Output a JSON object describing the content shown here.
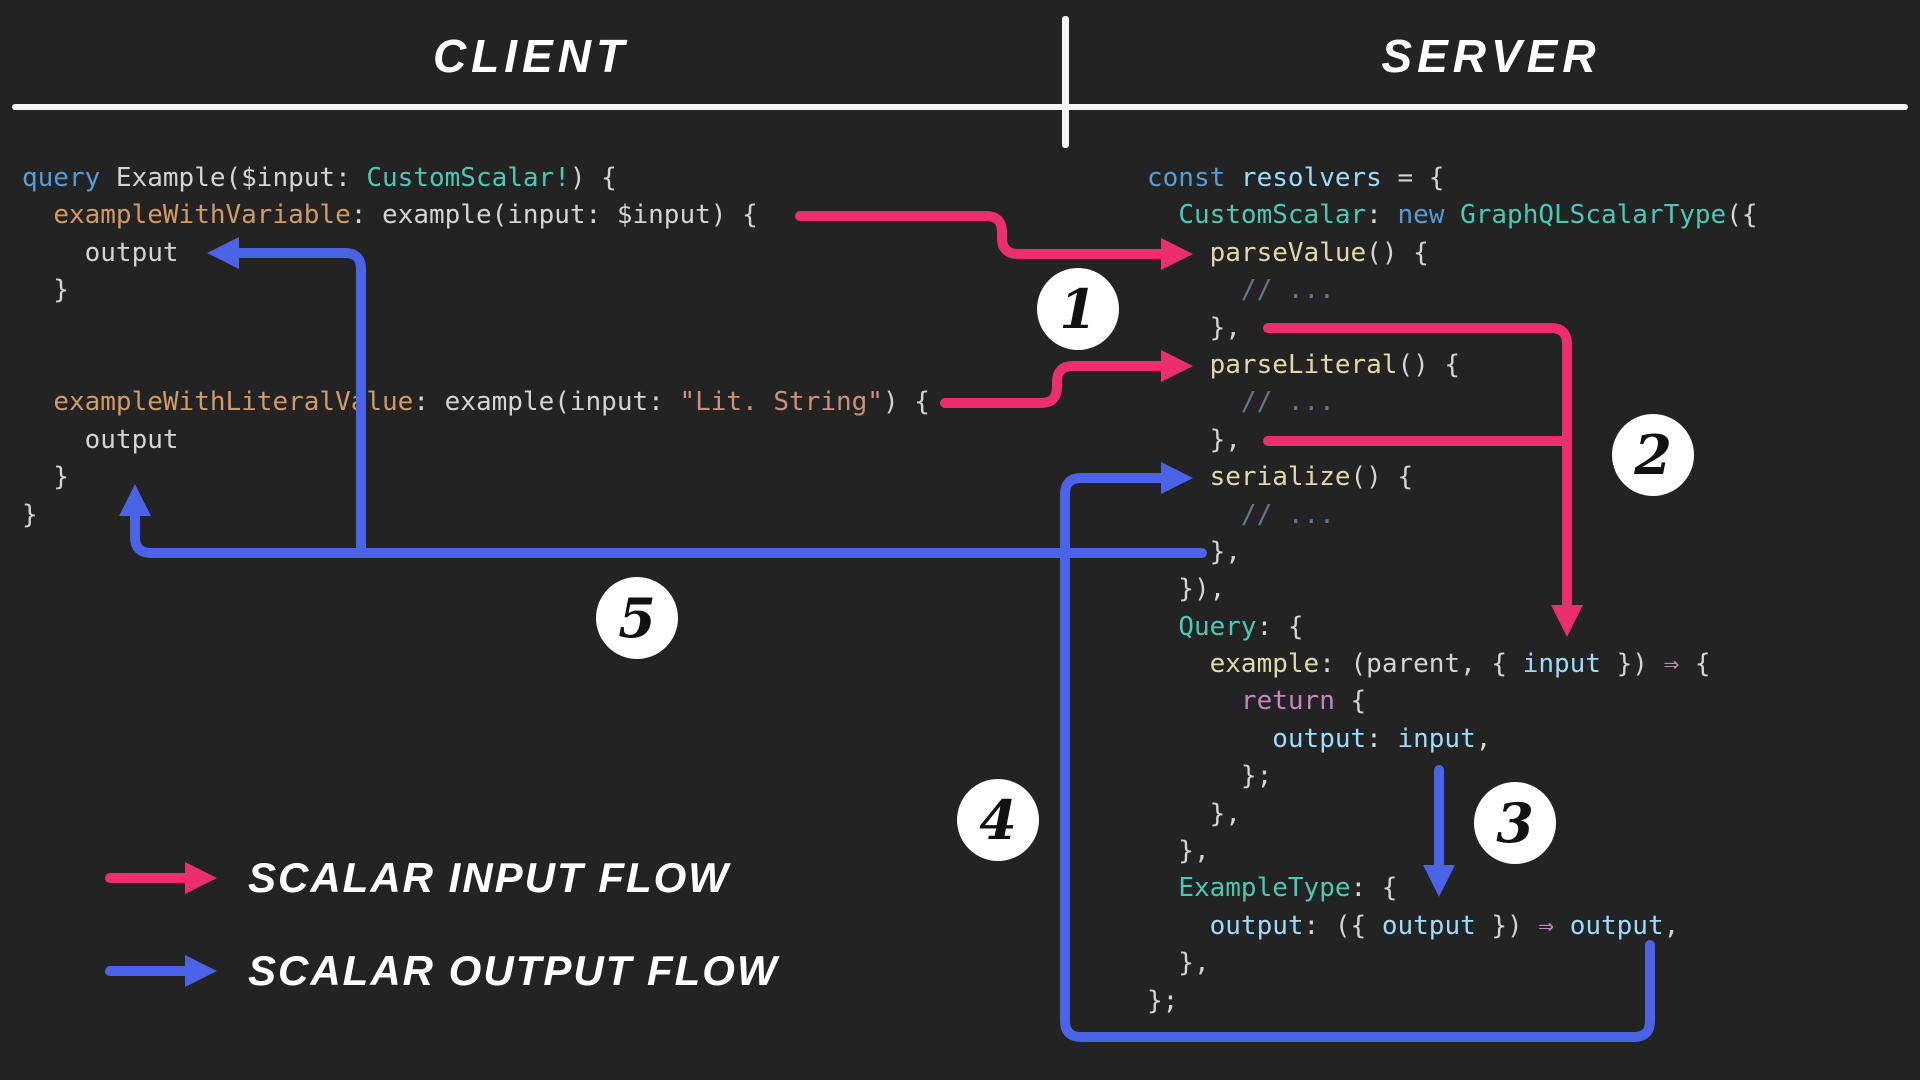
{
  "headers": {
    "client": "CLIENT",
    "server": "SERVER"
  },
  "legend": {
    "input_label": "SCALAR INPUT FLOW",
    "output_label": "SCALAR OUTPUT FLOW"
  },
  "steps": [
    "1",
    "2",
    "3",
    "4",
    "5"
  ],
  "colors": {
    "background": "#232323",
    "input_flow": "#ed2e6e",
    "output_flow": "#4a63e7",
    "rule": "#f5f5f5",
    "badge_bg": "#ffffff",
    "badge_text": "#111111",
    "syntax": {
      "plain": "#d4d4d4",
      "keyword": "#569cd6",
      "type": "#4ec9b0",
      "field": "#d19a66",
      "string": "#ce9178",
      "function": "#dcdcaa",
      "property": "#9cdcfe",
      "operator": "#c586c0",
      "comment": "#6a7587"
    }
  },
  "client_code": {
    "lines": [
      [
        {
          "s": "keyword",
          "t": "query "
        },
        {
          "s": "plain",
          "t": "Example($input: "
        },
        {
          "s": "type",
          "t": "CustomScalar!"
        },
        {
          "s": "plain",
          "t": ") {"
        }
      ],
      [
        {
          "s": "plain",
          "t": "  "
        },
        {
          "s": "field",
          "t": "exampleWithVariable"
        },
        {
          "s": "plain",
          "t": ": example(input: $input) {"
        }
      ],
      [
        {
          "s": "plain",
          "t": "    output"
        }
      ],
      [
        {
          "s": "plain",
          "t": "  }"
        }
      ],
      [],
      [],
      [
        {
          "s": "plain",
          "t": "  "
        },
        {
          "s": "field",
          "t": "exampleWithLiteralValue"
        },
        {
          "s": "plain",
          "t": ": example(input: "
        },
        {
          "s": "string",
          "t": "\"Lit. String\""
        },
        {
          "s": "plain",
          "t": ") {"
        }
      ],
      [
        {
          "s": "plain",
          "t": "    output"
        }
      ],
      [
        {
          "s": "plain",
          "t": "  }"
        }
      ],
      [
        {
          "s": "plain",
          "t": "}"
        }
      ]
    ]
  },
  "server_code": {
    "lines": [
      [
        {
          "s": "keyword",
          "t": "const "
        },
        {
          "s": "property",
          "t": "resolvers"
        },
        {
          "s": "plain",
          "t": " = {"
        }
      ],
      [
        {
          "s": "plain",
          "t": "  "
        },
        {
          "s": "type",
          "t": "CustomScalar"
        },
        {
          "s": "plain",
          "t": ": "
        },
        {
          "s": "keyword",
          "t": "new "
        },
        {
          "s": "type",
          "t": "GraphQLScalarType"
        },
        {
          "s": "plain",
          "t": "({"
        }
      ],
      [
        {
          "s": "plain",
          "t": "    "
        },
        {
          "s": "function",
          "t": "parseValue"
        },
        {
          "s": "plain",
          "t": "() {"
        }
      ],
      [
        {
          "s": "comment",
          "t": "      // ..."
        }
      ],
      [
        {
          "s": "plain",
          "t": "    },"
        }
      ],
      [
        {
          "s": "plain",
          "t": "    "
        },
        {
          "s": "function",
          "t": "parseLiteral"
        },
        {
          "s": "plain",
          "t": "() {"
        }
      ],
      [
        {
          "s": "comment",
          "t": "      // ..."
        }
      ],
      [
        {
          "s": "plain",
          "t": "    },"
        }
      ],
      [
        {
          "s": "plain",
          "t": "    "
        },
        {
          "s": "function",
          "t": "serialize"
        },
        {
          "s": "plain",
          "t": "() {"
        }
      ],
      [
        {
          "s": "comment",
          "t": "      // ..."
        }
      ],
      [
        {
          "s": "plain",
          "t": "    },"
        }
      ],
      [
        {
          "s": "plain",
          "t": "  }),"
        }
      ],
      [
        {
          "s": "plain",
          "t": "  "
        },
        {
          "s": "type",
          "t": "Query"
        },
        {
          "s": "plain",
          "t": ": {"
        }
      ],
      [
        {
          "s": "plain",
          "t": "    "
        },
        {
          "s": "function",
          "t": "example"
        },
        {
          "s": "plain",
          "t": ": (parent, { "
        },
        {
          "s": "property",
          "t": "input"
        },
        {
          "s": "plain",
          "t": " }) "
        },
        {
          "s": "operator",
          "t": "⇒"
        },
        {
          "s": "plain",
          "t": " {"
        }
      ],
      [
        {
          "s": "plain",
          "t": "      "
        },
        {
          "s": "operator",
          "t": "return"
        },
        {
          "s": "plain",
          "t": " {"
        }
      ],
      [
        {
          "s": "plain",
          "t": "        "
        },
        {
          "s": "property",
          "t": "output"
        },
        {
          "s": "plain",
          "t": ": "
        },
        {
          "s": "property",
          "t": "input"
        },
        {
          "s": "plain",
          "t": ","
        }
      ],
      [
        {
          "s": "plain",
          "t": "      };"
        }
      ],
      [
        {
          "s": "plain",
          "t": "    },"
        }
      ],
      [
        {
          "s": "plain",
          "t": "  },"
        }
      ],
      [
        {
          "s": "plain",
          "t": "  "
        },
        {
          "s": "type",
          "t": "ExampleType"
        },
        {
          "s": "plain",
          "t": ": {"
        }
      ],
      [
        {
          "s": "plain",
          "t": "    "
        },
        {
          "s": "property",
          "t": "output"
        },
        {
          "s": "plain",
          "t": ": ({ "
        },
        {
          "s": "property",
          "t": "output"
        },
        {
          "s": "plain",
          "t": " }) "
        },
        {
          "s": "operator",
          "t": "⇒"
        },
        {
          "s": "plain",
          "t": " "
        },
        {
          "s": "property",
          "t": "output"
        },
        {
          "s": "plain",
          "t": ","
        }
      ],
      [
        {
          "s": "plain",
          "t": "  },"
        }
      ],
      [
        {
          "s": "plain",
          "t": "};"
        }
      ]
    ]
  }
}
